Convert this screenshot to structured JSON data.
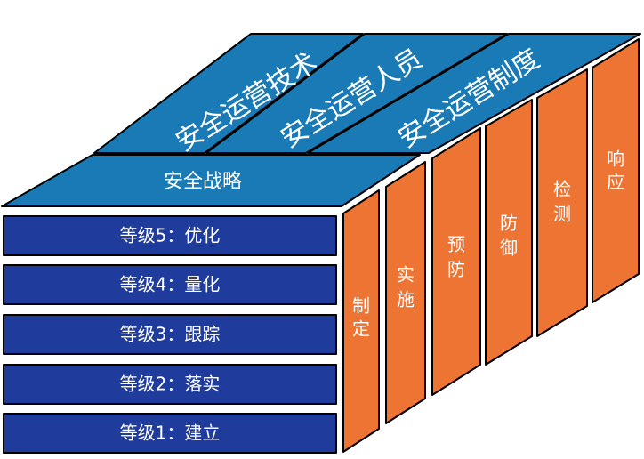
{
  "top_face": {
    "strips": [
      "安全运营技术",
      "安全运营人员",
      "安全运营制度"
    ],
    "strategy_band": "安全战略"
  },
  "levels": [
    "等级5：优化",
    "等级4：量化",
    "等级3：跟踪",
    "等级2：落实",
    "等级1：建立"
  ],
  "phases": [
    [
      "制",
      "定"
    ],
    [
      "实",
      "施"
    ],
    [
      "预",
      "防"
    ],
    [
      "防",
      "御"
    ],
    [
      "检",
      "测"
    ],
    [
      "响",
      "应"
    ]
  ],
  "colors": {
    "top_face": "#1a7ab5",
    "level_bar": "#1f3c9c",
    "phase_panel": "#ee7434",
    "outline": "#000000",
    "text": "#ffffff"
  }
}
